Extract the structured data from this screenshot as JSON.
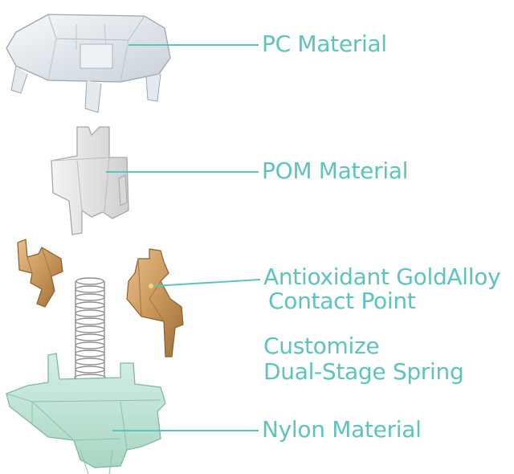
{
  "labels": {
    "pc": "PC Material",
    "pom": "POM Material",
    "contact_line1": "Antioxidant GoldAlloy",
    "contact_line2": "Contact Point",
    "spring_line1": "Customize",
    "spring_line2": "Dual-Stage Spring",
    "nylon": "Nylon Material"
  },
  "colors": {
    "label_text": "#5cc3bd",
    "leader_line": "#5cc3bd",
    "housing_top_clear": "#e9eef2",
    "stem_pom": "#e6e6e6",
    "gold_alloy": "#c9975a",
    "spring": "#9a9a9a",
    "housing_bottom_nylon": "#bfe3d4"
  }
}
